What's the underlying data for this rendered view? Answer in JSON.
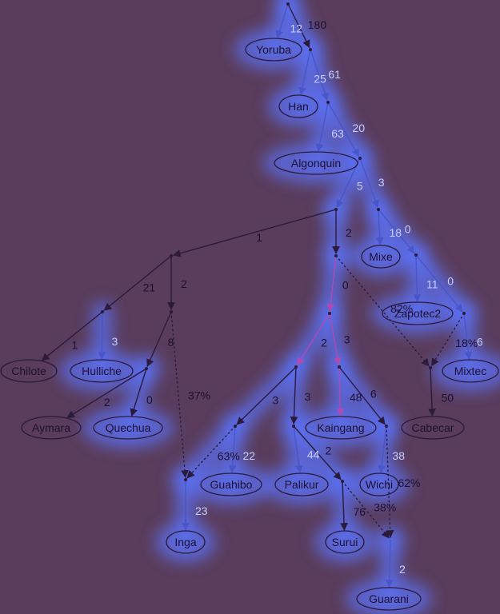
{
  "colors": {
    "background": "#5a3d5c",
    "glow": "#5b6ff0",
    "edge_dark": "#2c1a3a",
    "edge_blue": "#4a55c8",
    "edge_magenta": "#b04ab0",
    "text_dark": "#1e1030",
    "text_light": "#c8d0ff"
  },
  "nodes": [
    {
      "id": "root",
      "label": ""
    },
    {
      "id": "yoruba",
      "label": "Yoruba"
    },
    {
      "id": "n1",
      "label": ""
    },
    {
      "id": "han",
      "label": "Han"
    },
    {
      "id": "n2",
      "label": ""
    },
    {
      "id": "algonquin",
      "label": "Algonquin"
    },
    {
      "id": "n3",
      "label": ""
    },
    {
      "id": "n4",
      "label": ""
    },
    {
      "id": "n5",
      "label": ""
    },
    {
      "id": "mixe",
      "label": "Mixe"
    },
    {
      "id": "n6",
      "label": ""
    },
    {
      "id": "zapotec2",
      "label": "Zapotec2"
    },
    {
      "id": "n7",
      "label": ""
    },
    {
      "id": "mixtec",
      "label": "Mixtec"
    },
    {
      "id": "n8",
      "label": ""
    },
    {
      "id": "n9",
      "label": ""
    },
    {
      "id": "chilote",
      "label": "Chilote"
    },
    {
      "id": "hulliche",
      "label": "Hulliche"
    },
    {
      "id": "n10",
      "label": ""
    },
    {
      "id": "n11",
      "label": ""
    },
    {
      "id": "aymara",
      "label": "Aymara"
    },
    {
      "id": "quechua",
      "label": "Quechua"
    },
    {
      "id": "n12",
      "label": ""
    },
    {
      "id": "n13",
      "label": ""
    },
    {
      "id": "n14",
      "label": ""
    },
    {
      "id": "n15",
      "label": ""
    },
    {
      "id": "n16",
      "label": ""
    },
    {
      "id": "guahibo",
      "label": "Guahibo"
    },
    {
      "id": "inga",
      "label": "Inga"
    },
    {
      "id": "n17",
      "label": ""
    },
    {
      "id": "palikur",
      "label": "Palikur"
    },
    {
      "id": "n18",
      "label": ""
    },
    {
      "id": "surui",
      "label": "Surui"
    },
    {
      "id": "kaingang",
      "label": "Kaingang"
    },
    {
      "id": "n19",
      "label": ""
    },
    {
      "id": "wichi",
      "label": "Wichi"
    },
    {
      "id": "n20",
      "label": ""
    },
    {
      "id": "guarani",
      "label": "Guarani"
    },
    {
      "id": "n21",
      "label": ""
    },
    {
      "id": "cabecar",
      "label": "Cabecar"
    }
  ],
  "edges": [
    {
      "from": "root",
      "to": "yoruba",
      "label": "12",
      "style": "solid",
      "tone": "blue"
    },
    {
      "from": "root",
      "to": "n1",
      "label": "180",
      "style": "solid",
      "tone": "dark"
    },
    {
      "from": "n1",
      "to": "han",
      "label": "25",
      "style": "solid",
      "tone": "blue"
    },
    {
      "from": "n1",
      "to": "n2",
      "label": "61",
      "style": "solid",
      "tone": "blue"
    },
    {
      "from": "n2",
      "to": "algonquin",
      "label": "63",
      "style": "solid",
      "tone": "blue"
    },
    {
      "from": "n2",
      "to": "n3",
      "label": "20",
      "style": "solid",
      "tone": "blue"
    },
    {
      "from": "n3",
      "to": "n4",
      "label": "5",
      "style": "solid",
      "tone": "blue"
    },
    {
      "from": "n3",
      "to": "n5",
      "label": "3",
      "style": "solid",
      "tone": "blue"
    },
    {
      "from": "n5",
      "to": "mixe",
      "label": "18",
      "style": "solid",
      "tone": "blue"
    },
    {
      "from": "n5",
      "to": "n6",
      "label": "0",
      "style": "solid",
      "tone": "blue"
    },
    {
      "from": "n6",
      "to": "zapotec2",
      "label": "11",
      "style": "solid",
      "tone": "blue"
    },
    {
      "from": "n6",
      "to": "n7",
      "label": "0",
      "style": "solid",
      "tone": "blue"
    },
    {
      "from": "n7",
      "to": "mixtec",
      "label": "6",
      "style": "solid",
      "tone": "blue"
    },
    {
      "from": "n4",
      "to": "n8",
      "label": "1",
      "style": "solid",
      "tone": "dark"
    },
    {
      "from": "n4",
      "to": "n9",
      "label": "2",
      "style": "solid",
      "tone": "dark"
    },
    {
      "from": "n8",
      "to": "n10",
      "label": "21",
      "style": "solid",
      "tone": "dark"
    },
    {
      "from": "n8",
      "to": "n11",
      "label": "2",
      "style": "solid",
      "tone": "dark"
    },
    {
      "from": "n10",
      "to": "chilote",
      "label": "1",
      "style": "solid",
      "tone": "dark"
    },
    {
      "from": "n10",
      "to": "hulliche",
      "label": "3",
      "style": "solid",
      "tone": "blue"
    },
    {
      "from": "n11",
      "to": "n12",
      "label": "8",
      "style": "solid",
      "tone": "dark"
    },
    {
      "from": "n11",
      "to": "n16",
      "label": "37%",
      "style": "dotted",
      "tone": "dark"
    },
    {
      "from": "n12",
      "to": "aymara",
      "label": "2",
      "style": "solid",
      "tone": "dark"
    },
    {
      "from": "n12",
      "to": "quechua",
      "label": "0",
      "style": "solid",
      "tone": "dark"
    },
    {
      "from": "n9",
      "to": "n13",
      "label": "0",
      "style": "solid",
      "tone": "magenta"
    },
    {
      "from": "n9",
      "to": "n21",
      "label": "82%",
      "style": "dotted",
      "tone": "dark"
    },
    {
      "from": "n13",
      "to": "n14",
      "label": "2",
      "style": "solid",
      "tone": "magenta"
    },
    {
      "from": "n13",
      "to": "n15",
      "label": "3",
      "style": "solid",
      "tone": "magenta"
    },
    {
      "from": "n14",
      "to": "n17",
      "label": "3",
      "style": "solid",
      "tone": "dark"
    },
    {
      "from": "n14",
      "to": "n18",
      "label": "3",
      "style": "solid",
      "tone": "dark"
    },
    {
      "from": "n17",
      "to": "guahibo",
      "label": "22",
      "style": "solid",
      "tone": "blue"
    },
    {
      "from": "n17",
      "to": "n16",
      "label": "63%",
      "style": "dotted",
      "tone": "dark"
    },
    {
      "from": "n16",
      "to": "inga",
      "label": "23",
      "style": "solid",
      "tone": "blue"
    },
    {
      "from": "n18",
      "to": "palikur",
      "label": "44",
      "style": "solid",
      "tone": "blue"
    },
    {
      "from": "n18",
      "to": "n20",
      "label": "2",
      "style": "solid",
      "tone": "dark"
    },
    {
      "from": "n20",
      "to": "surui",
      "label": "76",
      "style": "solid",
      "tone": "dark"
    },
    {
      "from": "n20",
      "to": "n22",
      "label": "38%",
      "style": "dotted",
      "tone": "dark"
    },
    {
      "from": "n15",
      "to": "kaingang",
      "label": "48",
      "style": "solid",
      "tone": "magenta"
    },
    {
      "from": "n15",
      "to": "n19",
      "label": "6",
      "style": "solid",
      "tone": "dark"
    },
    {
      "from": "n19",
      "to": "wichi",
      "label": "38",
      "style": "solid",
      "tone": "blue"
    },
    {
      "from": "n19",
      "to": "n22",
      "label": "62%",
      "style": "dotted",
      "tone": "dark"
    },
    {
      "from": "n22",
      "to": "guarani",
      "label": "2",
      "style": "solid",
      "tone": "blue"
    },
    {
      "from": "n7",
      "to": "n21",
      "label": "18%",
      "style": "dotted",
      "tone": "dark"
    },
    {
      "from": "n21",
      "to": "cabecar",
      "label": "50",
      "style": "solid",
      "tone": "dark"
    }
  ]
}
